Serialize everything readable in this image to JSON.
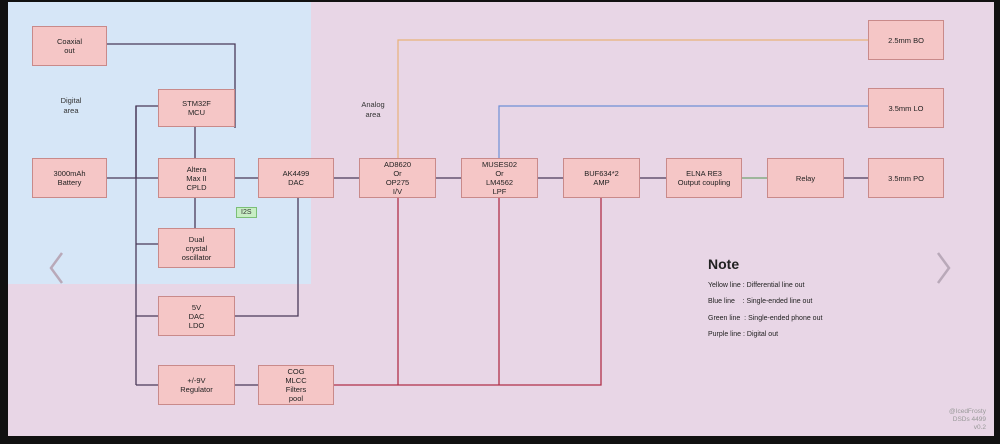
{
  "diagram": {
    "areas": {
      "digital": "Digital\narea",
      "analog": "Analog\narea"
    },
    "blocks": {
      "coaxial": "Coaxial\nout",
      "stm32": "STM32F\nMCU",
      "battery": "3000mAh\nBattery",
      "cpld": "Altera\nMax II\nCPLD",
      "oscillator": "Dual\ncrystal\noscillator",
      "ldo": "5V\nDAC\nLDO",
      "regulator": "+/-9V\nRegulator",
      "dac": "AK4499\nDAC",
      "filters": "COG\nMLCC\nFilters\npool",
      "iv": "AD8620\nOr\nOP275\nI/V",
      "lpf": "MUSES02\nOr\nLM4562\nLPF",
      "amp": "BUF634*2\nAMP",
      "coupling": "ELNA RE3\nOutput coupling",
      "relay": "Relay",
      "bo": "2.5mm BO",
      "lo": "3.5mm LO",
      "po": "3.5mm PO"
    },
    "i2s_tag": "I2S",
    "note": {
      "title": "Note",
      "lines": [
        "Yellow line : Differential line out",
        "Blue line    : Single-ended line out",
        "Green line  : Single-ended phone out",
        "Purple line : Digital out"
      ]
    },
    "watermark": "@IcedFrosty\nDSDs 4499\nv0.2",
    "colors": {
      "canvas": "#e8d6e6",
      "digital_area": "#d6e6f7",
      "block_fill": "#f5c6c6",
      "yellow_line": "#e8b27a",
      "blue_line": "#6f8fd6",
      "green_line": "#7bbf77",
      "purple_line": "#4a3b5a",
      "power_line": "#b0304a"
    }
  },
  "nav": {
    "prev_icon": "chevron-left-icon",
    "next_icon": "chevron-right-icon"
  }
}
